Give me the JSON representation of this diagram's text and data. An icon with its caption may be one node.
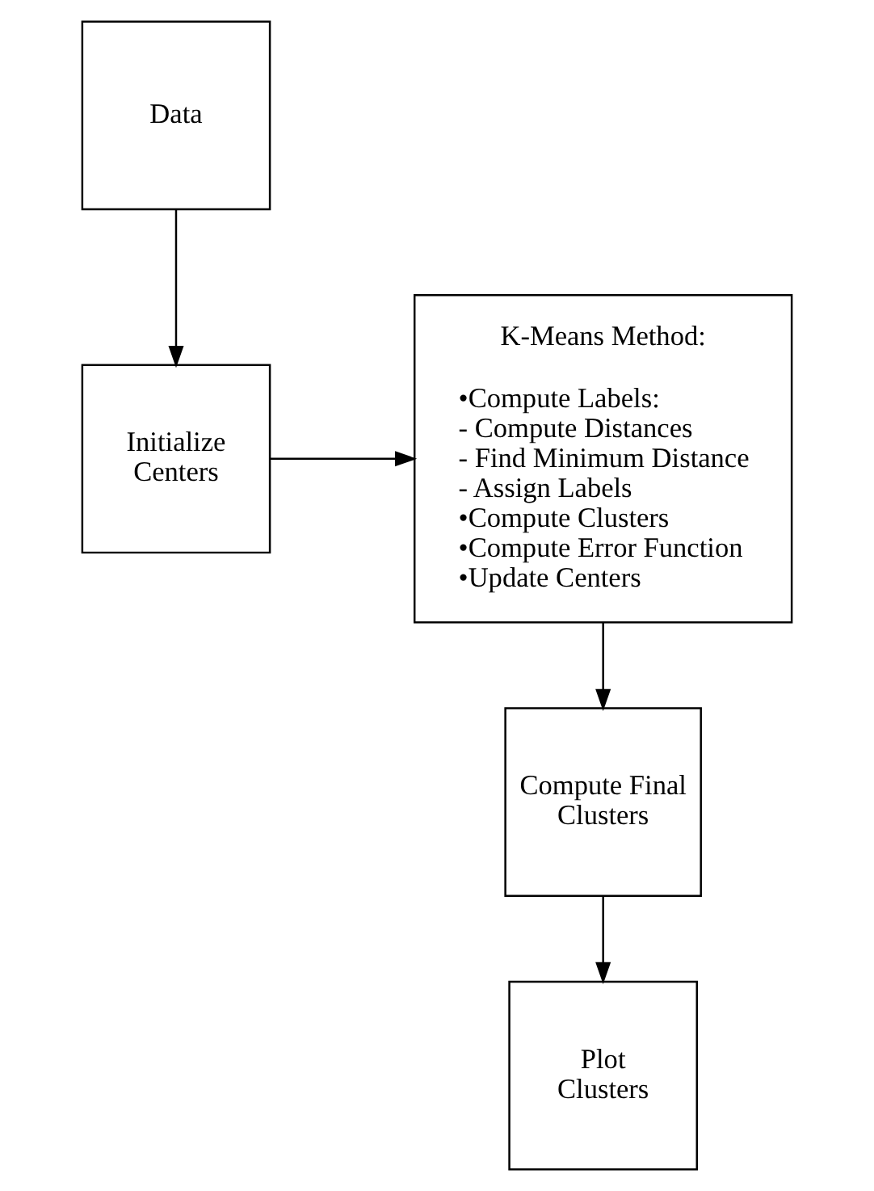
{
  "diagram": {
    "nodes": [
      {
        "text": [
          "Data"
        ]
      },
      {
        "text": [
          "Initialize Centers"
        ]
      },
      {
        "text": [
          "K-Means Method:",
          "•Compute Labels:",
          "- Compute Distances",
          "- Find Minimum Distance",
          "- Assign Labels",
          "•Compute Clusters",
          "•Compute Error Function",
          "•Update Centers"
        ]
      },
      {
        "text": [
          "Compute Final Clusters"
        ]
      },
      {
        "text": [
          "Plot Clusters"
        ]
      }
    ],
    "edges": [
      {
        "from": 0,
        "to": 1,
        "arrow": "to"
      },
      {
        "from": 1,
        "to": 2,
        "arrow": "to"
      },
      {
        "from": 2,
        "to": 3,
        "arrow": "to"
      },
      {
        "from": 3,
        "to": 4,
        "arrow": "to"
      }
    ]
  }
}
